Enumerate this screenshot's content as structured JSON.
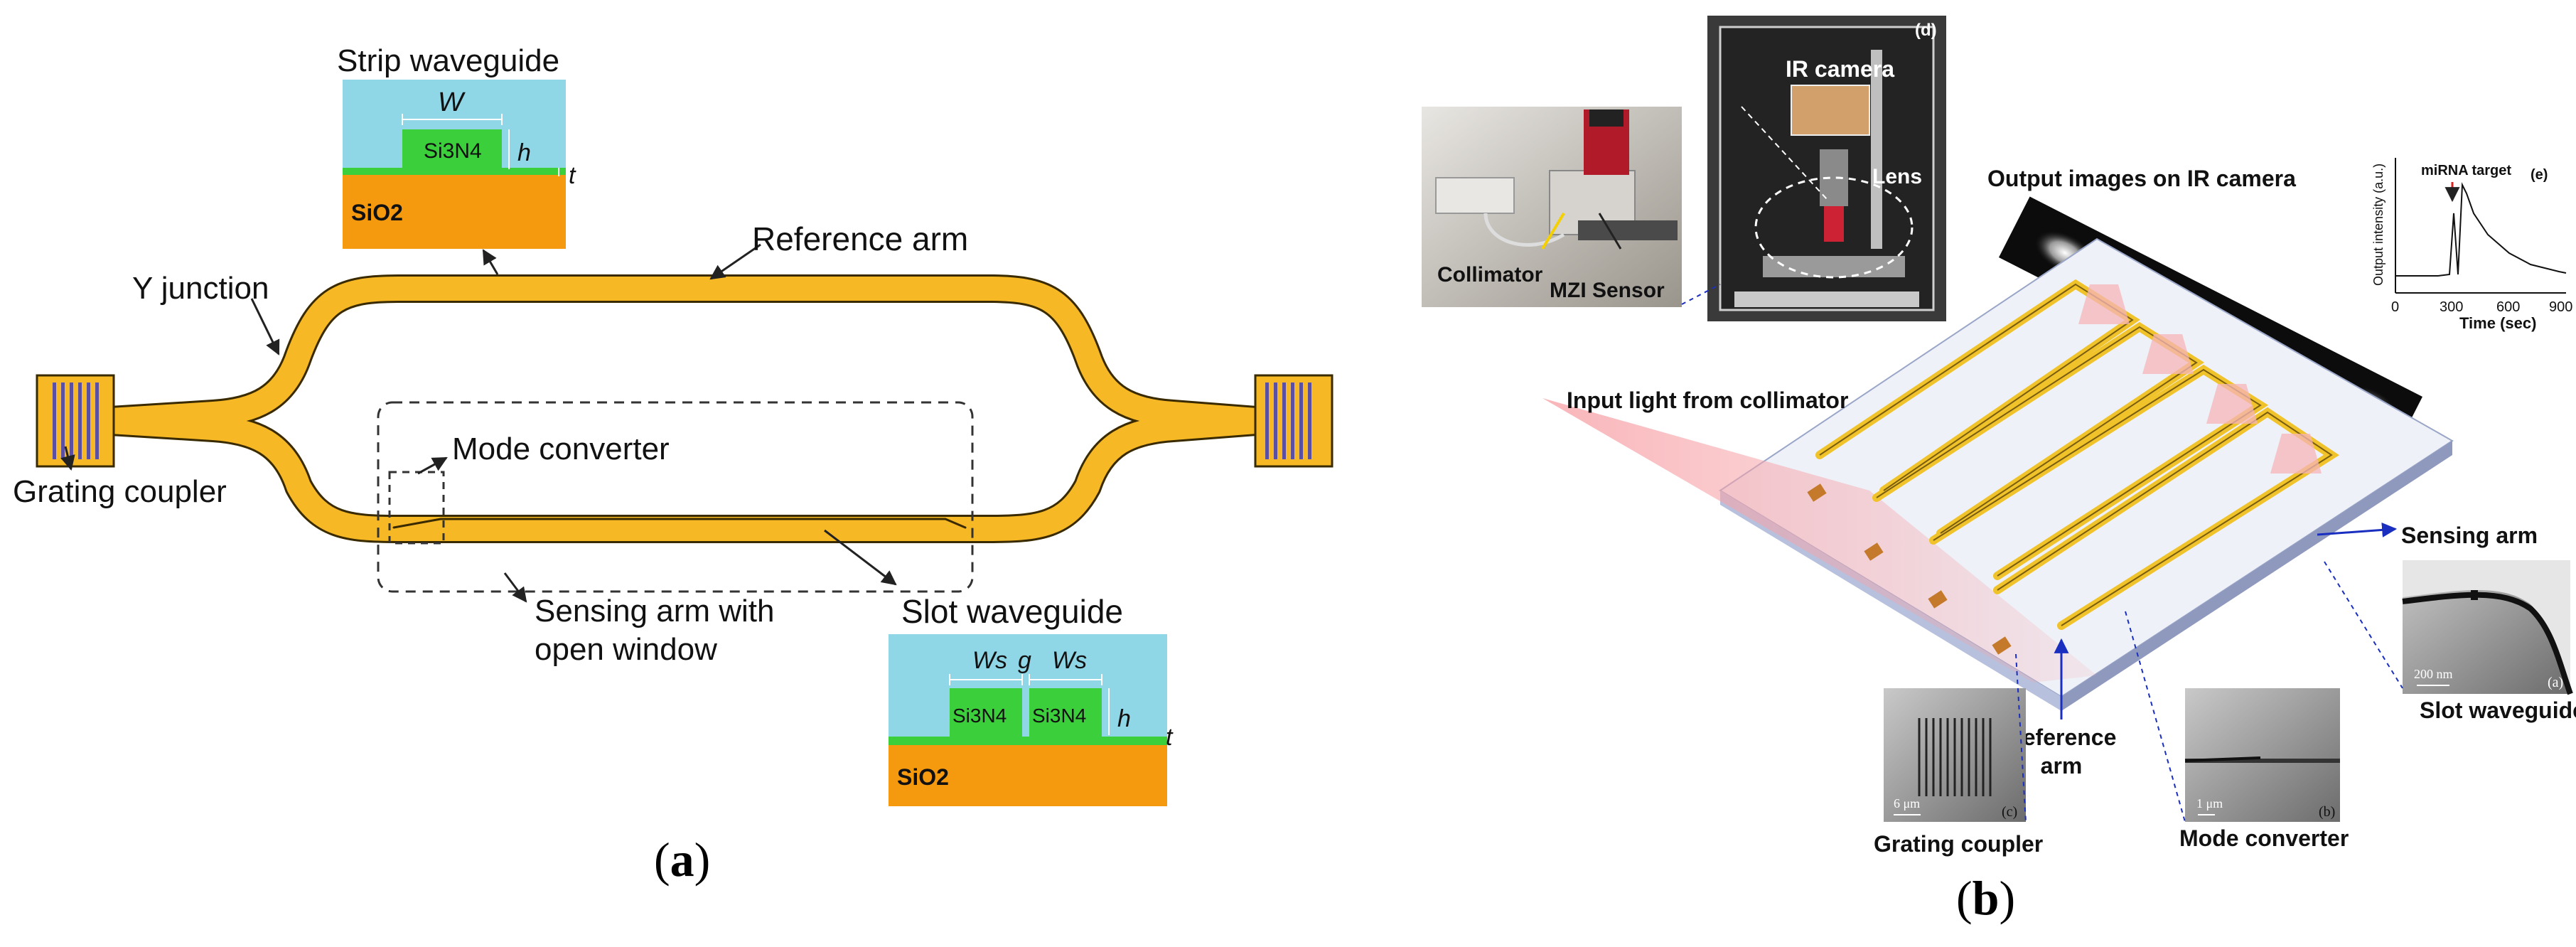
{
  "panel_a": {
    "caption_open": "(",
    "caption_letter": "a",
    "caption_close": ")",
    "strip_waveguide": "Strip waveguide",
    "strip_w": "W",
    "strip_core": "Si3N4",
    "strip_h": "h",
    "strip_t": "t",
    "strip_substrate": "SiO2",
    "reference_arm": "Reference arm",
    "y_junction": "Y junction",
    "grating_coupler": "Grating coupler",
    "mode_converter": "Mode converter",
    "sensing_arm_line1": "Sensing arm with",
    "sensing_arm_line2": "open window",
    "slot_waveguide": "Slot waveguide",
    "slot_ws1": "Ws",
    "slot_g": "g",
    "slot_ws2": "Ws",
    "slot_core1": "Si3N4",
    "slot_core2": "Si3N4",
    "slot_h": "h",
    "slot_t": "t",
    "slot_substrate": "SiO2"
  },
  "panel_b": {
    "caption_open": "(",
    "caption_letter": "b",
    "caption_close": ")",
    "tag_d": "(d)",
    "ir_camera": "IR camera",
    "lens": "Lens",
    "collimator": "Collimator",
    "mzi_sensor": "MZI Sensor",
    "output_images": "Output images on IR camera",
    "input_light": "Input light from collimator",
    "sensing_arm": "Sensing arm",
    "reference_arm_line1": "Reference",
    "reference_arm_line2": "arm",
    "slot_waveguide": "Slot waveguide",
    "grating_coupler": "Grating coupler",
    "mode_converter": "Mode converter",
    "sem_a_tag": "(a)",
    "sem_a_scale": "200 nm",
    "sem_b_tag": "(b)",
    "sem_b_scale": "1 μm",
    "sem_c_tag": "(c)",
    "sem_c_scale": "6 μm",
    "inset_e": {
      "tag": "(e)",
      "annotation": "miRNA target",
      "ylabel": "Output intensity (a.u.)",
      "xlabel": "Time (sec)",
      "xticks": [
        "0",
        "300",
        "600",
        "900"
      ]
    }
  }
}
